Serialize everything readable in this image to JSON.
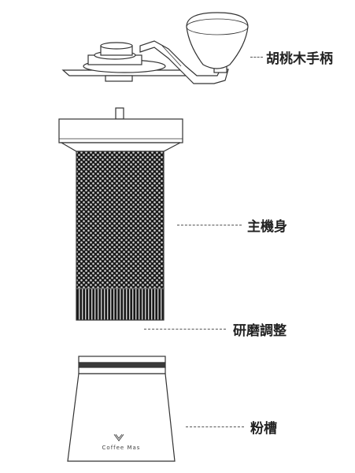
{
  "labels": {
    "handle": "胡桃木手柄",
    "body": "主機身",
    "adjust": "研磨調整",
    "bin": "粉槽"
  },
  "brand_text": "Coffee Mas",
  "colors": {
    "outline": "#333333",
    "knurl_dark": "#1a1a1a",
    "knurl_dot": "#d8d8d8",
    "label_text": "#222222"
  }
}
